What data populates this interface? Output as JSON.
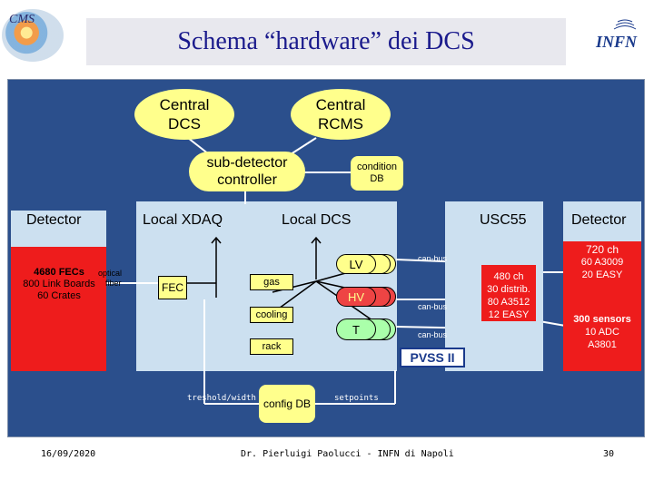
{
  "title": "Schema “hardware” dei DCS",
  "logos": {
    "left": "CMS",
    "right": "INFN"
  },
  "nodes": {
    "central_dcs": "Central DCS",
    "central_rcms": "Central RCMS",
    "subdetector_controller": "sub-detector controller",
    "condition_db": "condition DB",
    "config_db": "config DB"
  },
  "sections": {
    "detector_left": "Detector",
    "local_xdaq": "Local XDAQ",
    "local_dcs": "Local DCS",
    "usc55": "USC55",
    "detector_right": "Detector"
  },
  "detector_left_box": {
    "line1": "4680 FECs",
    "line2": "800 Link Boards",
    "line3": "60 Crates"
  },
  "optical_fiber": {
    "line1": "optical",
    "line2": "fiber"
  },
  "fec": "FEC",
  "local_dcs_items": {
    "gas": "gas",
    "cooling": "cooling",
    "rack": "rack",
    "lv": "LV",
    "hv": "HV",
    "t": "T"
  },
  "can_bus": {
    "bus1": "can-bus",
    "bus2": "can-bus",
    "bus3": "can-bus"
  },
  "usc55_box": {
    "line1": "480 ch",
    "line2": "30 distrib.",
    "line3": "80 A3512",
    "line4": "12 EASY"
  },
  "detector_right_top": {
    "line1": "720 ch",
    "line2": "60 A3009",
    "line3": "20 EASY"
  },
  "detector_right_bottom": {
    "line1": "300 sensors",
    "line2": "10 ADC",
    "line3": "A3801"
  },
  "pvss": "PVSS II",
  "links": {
    "threshold": "treshold/width",
    "setpoints": "setpoints"
  },
  "footer": {
    "date": "16/09/2020",
    "author": "Dr. Pierluigi Paolucci - INFN di Napoli",
    "page": "30"
  },
  "colors": {
    "background": "#2b4f8c",
    "node_fill": "#ffff8c",
    "detector_red": "#ee1c1c",
    "panel": "#cce0f0",
    "title": "#1a1a8c"
  }
}
